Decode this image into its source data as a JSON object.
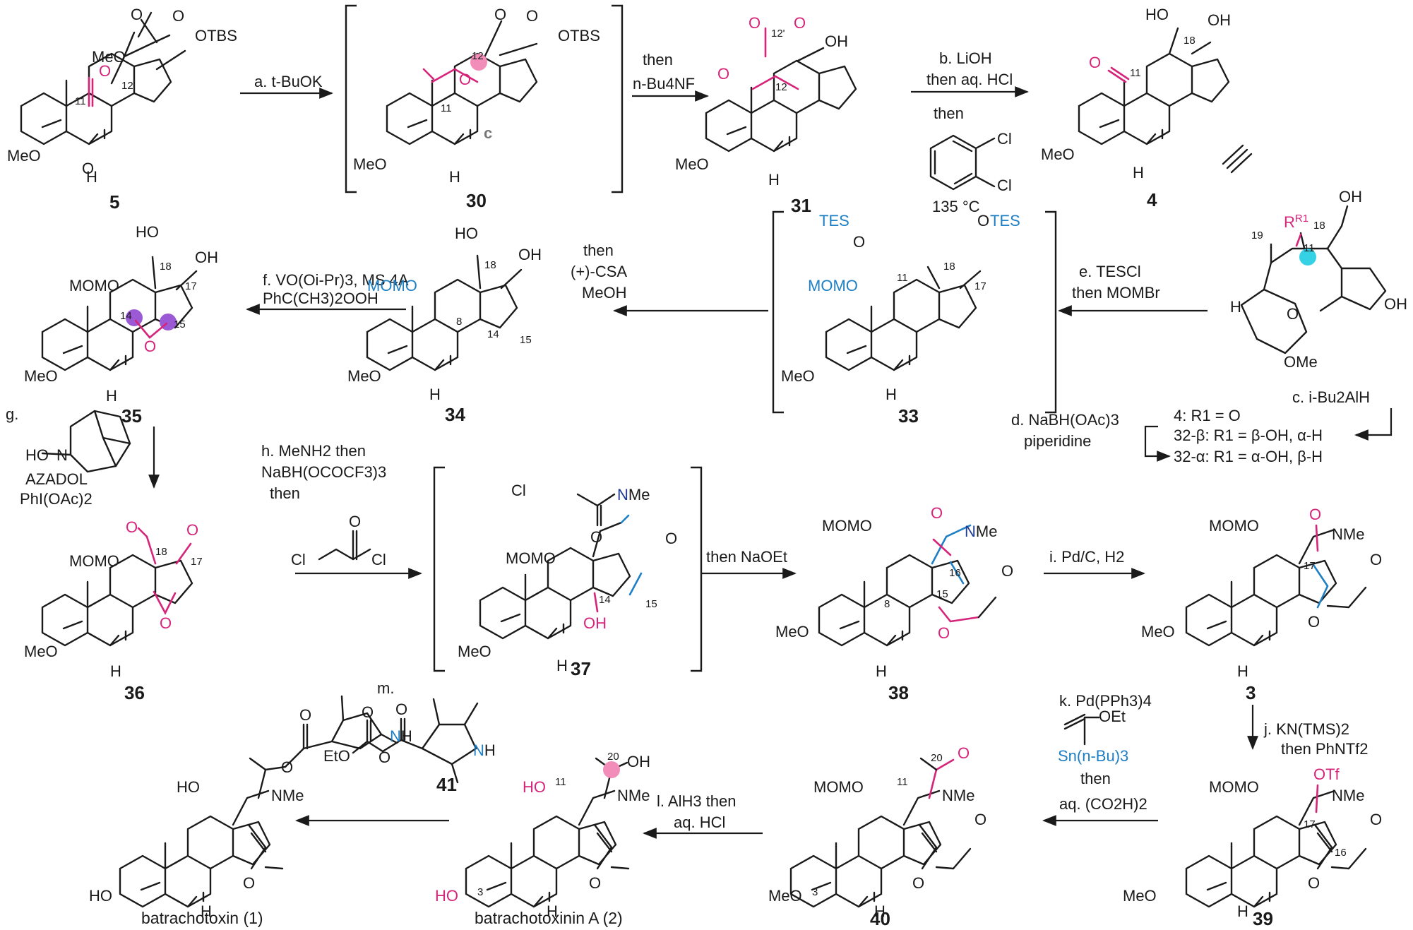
{
  "compounds": {
    "c5": "5",
    "c30": "30",
    "c31": "31",
    "c4": "4",
    "c35": "35",
    "c34": "34",
    "c33": "33",
    "c36": "36",
    "c37": "37",
    "c38": "38",
    "c3": "3",
    "c39": "39",
    "c40": "40",
    "c1_name": "batrachotoxin (1)",
    "c2_name": "batrachotoxinin A (2)",
    "c41": "41"
  },
  "reagents": {
    "a": "a. t-BuOK",
    "a_then_1": "then",
    "a_then_2": "n-Bu4NF",
    "b_1": "b. LiOH",
    "b_2": "then aq. HCl",
    "b_3": "then",
    "b_4": "135 °C",
    "b_cl1": "Cl",
    "b_cl2": "Cl",
    "c": "c. i-Bu2AlH",
    "d_1": "d. NaBH(OAc)3",
    "d_2": "piperidine",
    "legend_1": "4: R1 = O",
    "legend_2": "32-β: R1 = β-OH, α-H",
    "legend_3": "32-α: R1 = α-OH, β-H",
    "e_1": "e. TESCl",
    "e_2": "then MOMBr",
    "then_csa_1": "then",
    "then_csa_2": "(+)-CSA",
    "then_csa_3": "MeOH",
    "f_1": "f. VO(Oi-Pr)3, MS 4A",
    "f_2": "PhC(CH3)2OOH",
    "g_1": "g.",
    "g_2": "AZADOL",
    "g_3": "PhI(OAc)2",
    "h_1": "h. MeNH2 then",
    "h_2": "NaBH(OCOCF3)3",
    "h_3": "then",
    "then_naoet": "then NaOEt",
    "i": "i. Pd/C, H2",
    "j_1": "j. KN(TMS)2",
    "j_2": "then PhNTf2",
    "k_1": "k. Pd(PPh3)4",
    "k_2": "OEt",
    "k_3": "Sn(n-Bu)3",
    "k_4": "then",
    "k_5": "aq. (CO2H)2",
    "l_1": "l. AlH3 then",
    "l_2": "aq. HCl",
    "m": "m."
  },
  "atoms": {
    "MeO": "MeO",
    "OTBS": "OTBS",
    "O": "O",
    "OH": "OH",
    "HO": "HO",
    "H": "H",
    "MOMO": "MOMO",
    "TES": "TES",
    "OTES": "OTES",
    "NMe": "NMe",
    "N": "N",
    "Me": "Me",
    "Cl": "Cl",
    "OTf": "OTf",
    "OMe": "OMe",
    "EtO": "EtO",
    "R1": "R1",
    "c_ring": "c"
  },
  "numbers": {
    "n11": "11",
    "n12": "12",
    "n12p": "12'",
    "n18": "18",
    "n17": "17",
    "n14": "14",
    "n15": "15",
    "n8": "8",
    "n16": "16",
    "n19": "19",
    "n20": "20",
    "n3": "3"
  },
  "colors": {
    "pink": "#d6247a",
    "blue": "#1e7fc4",
    "navy": "#1f3a93",
    "purple": "#9b59d6",
    "cyan": "#35d2e6"
  }
}
